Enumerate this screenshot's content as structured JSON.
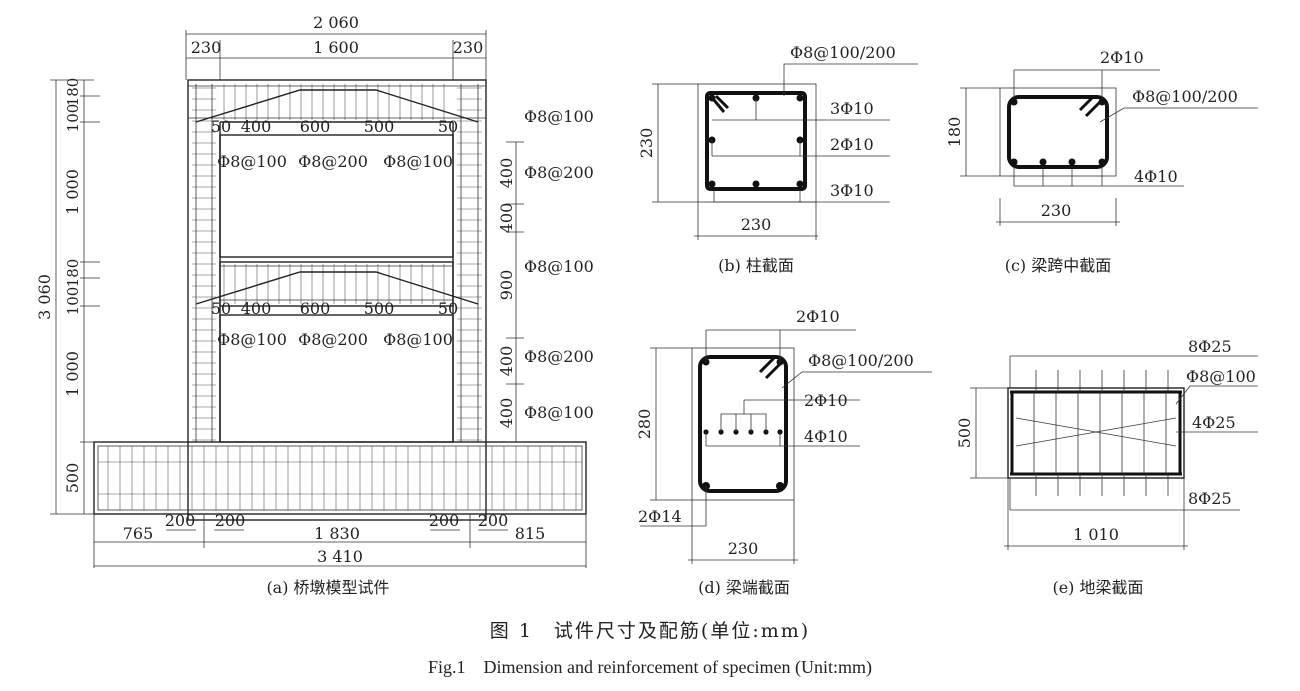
{
  "figure": {
    "title_cn": "图 1　试件尺寸及配筋(单位:mm)",
    "title_en": "Fig.1　Dimension and reinforcement of specimen (Unit:mm)"
  },
  "panel_a": {
    "caption": "(a) 桥墩模型试件",
    "dims_top": [
      "2 060",
      "230",
      "1 600",
      "230"
    ],
    "beam_segments_1": [
      "50",
      "400",
      "600",
      "500",
      "50"
    ],
    "beam_stirrups_1": [
      "Φ8@100",
      "Φ8@200",
      "Φ8@100"
    ],
    "beam_segments_2": [
      "50",
      "400",
      "600",
      "500",
      "50"
    ],
    "beam_stirrups_2": [
      "Φ8@100",
      "Φ8@200",
      "Φ8@100"
    ],
    "left_total": "3 060",
    "left_parts": [
      "100",
      "180",
      "1 000",
      "100",
      "180",
      "1 000",
      "500"
    ],
    "right_parts": [
      "400",
      "400",
      "900",
      "400",
      "400"
    ],
    "right_stirrups": [
      "Φ8@100",
      "Φ8@200",
      "Φ8@100",
      "Φ8@200",
      "Φ8@100"
    ],
    "bottom_parts": [
      "765",
      "200",
      "200",
      "1 830",
      "200",
      "200",
      "815"
    ],
    "bottom_total": "3 410"
  },
  "panel_b": {
    "caption": "(b) 柱截面",
    "stirrup": "Φ8@100/200",
    "bars": [
      "3Φ10",
      "2Φ10",
      "3Φ10"
    ],
    "width": "230",
    "height": "230"
  },
  "panel_c": {
    "caption": "(c) 梁跨中截面",
    "bars_top": "2Φ10",
    "stirrup": "Φ8@100/200",
    "bars_bottom": "4Φ10",
    "width": "230",
    "height": "180"
  },
  "panel_d": {
    "caption": "(d) 梁端截面",
    "bars_top": "2Φ10",
    "stirrup": "Φ8@100/200",
    "bars_mid": "2Φ10",
    "bars_mid2": "4Φ10",
    "bars_bottom": "2Φ14",
    "width": "230",
    "height": "280"
  },
  "panel_e": {
    "caption": "(e) 地梁截面",
    "bars_top": "8Φ25",
    "stirrup": "Φ8@100",
    "bars_mid": "4Φ25",
    "bars_bottom": "8Φ25",
    "width": "1 010",
    "height": "500"
  }
}
